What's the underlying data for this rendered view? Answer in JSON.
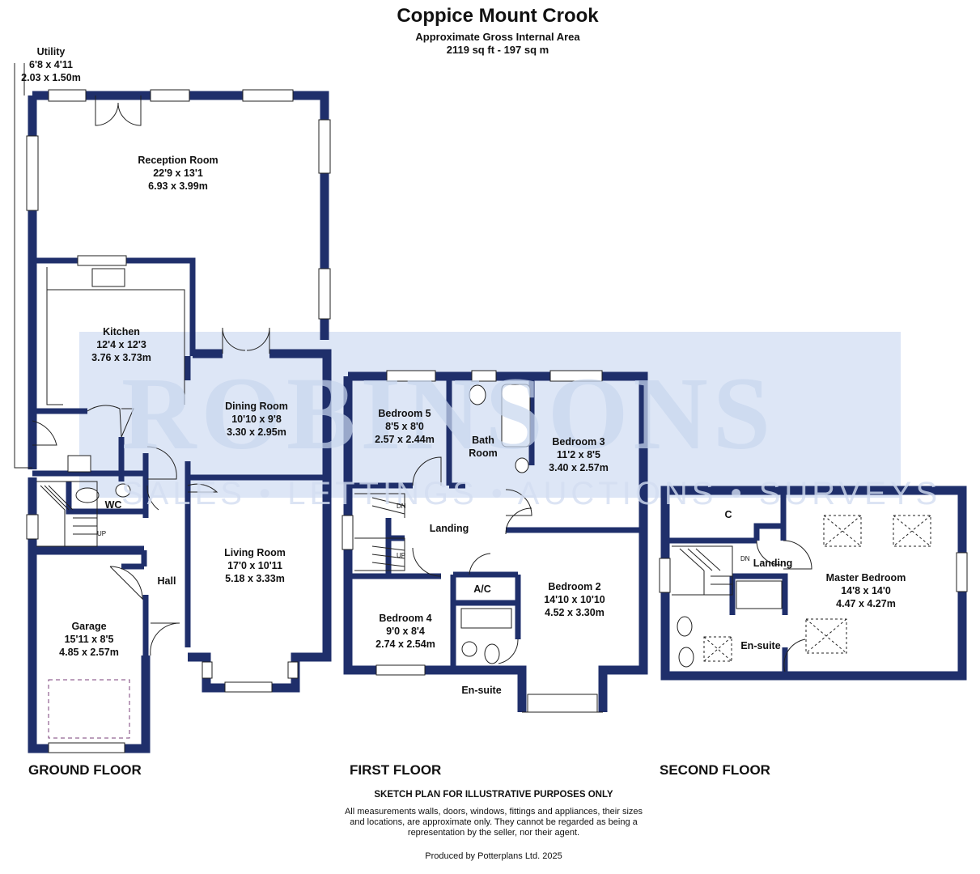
{
  "header": {
    "title": "Coppice Mount Crook",
    "subtitle": "Approximate Gross Internal Area",
    "area": "2119 sq ft - 197 sq m"
  },
  "watermark": {
    "name": "ROBINSONS",
    "services": "SALES • LETTINGS • AUCTIONS • SURVEYS",
    "color": "#c9d7ef",
    "panel_color": "#dce6f6"
  },
  "colors": {
    "wall": "#1f2f6b",
    "window": "#ffffff",
    "text": "#111111"
  },
  "floors": {
    "ground": "GROUND FLOOR",
    "first": "FIRST FLOOR",
    "second": "SECOND FLOOR"
  },
  "rooms": {
    "utility": [
      "Utility",
      "6'8 x 4'11",
      "2.03 x 1.50m"
    ],
    "reception": [
      "Reception Room",
      "22'9 x 13'1",
      "6.93 x 3.99m"
    ],
    "kitchen": [
      "Kitchen",
      "12'4 x 12'3",
      "3.76 x 3.73m"
    ],
    "dining": [
      "Dining Room",
      "10'10 x 9'8",
      "3.30 x 2.95m"
    ],
    "living": [
      "Living Room",
      "17'0 x 10'11",
      "5.18 x 3.33m"
    ],
    "garage": [
      "Garage",
      "15'11 x 8'5",
      "4.85 x 2.57m"
    ],
    "hall": "Hall",
    "wc": "WC",
    "bedroom5": [
      "Bedroom 5",
      "8'5 x 8'0",
      "2.57 x 2.44m"
    ],
    "bath": [
      "Bath",
      "Room"
    ],
    "bedroom3": [
      "Bedroom 3",
      "11'2 x 8'5",
      "3.40 x 2.57m"
    ],
    "landing1": "Landing",
    "ac": "A/C",
    "bedroom4": [
      "Bedroom 4",
      "9'0 x 8'4",
      "2.74 x 2.54m"
    ],
    "bedroom2": [
      "Bedroom 2",
      "14'10 x 10'10",
      "4.52 x 3.30m"
    ],
    "ensuite1": "En-suite",
    "cupboard": "C",
    "landing2": "Landing",
    "master": [
      "Master Bedroom",
      "14'8 x 14'0",
      "4.47 x 4.27m"
    ],
    "ensuite2": "En-suite"
  },
  "stairs": {
    "up": "UP",
    "dn": "DN"
  },
  "footer": {
    "disclaimer_title": "SKETCH PLAN FOR ILLUSTRATIVE PURPOSES ONLY",
    "disclaimer": "All measurements walls, doors, windows, fittings and appliances, their sizes and locations, are approximate only. They cannot be regarded as being a representation by the seller, nor their agent.",
    "produced_by": "Produced by Potterplans Ltd. 2025"
  }
}
